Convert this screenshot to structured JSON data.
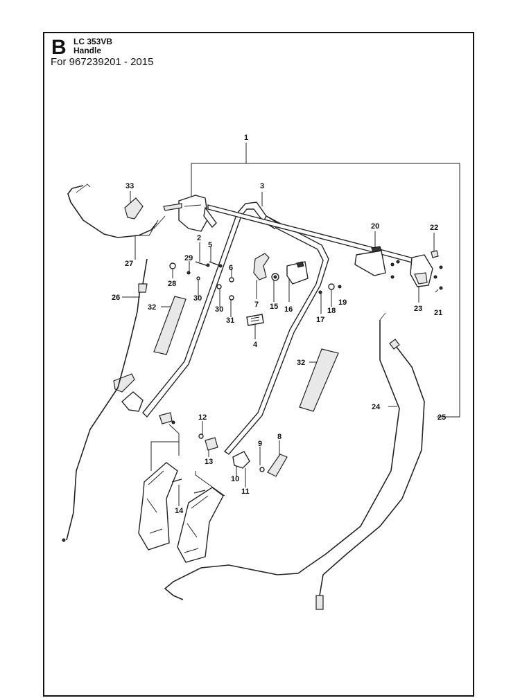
{
  "header": {
    "section_letter": "B",
    "model": "LC 353VB",
    "section_title": "Handle",
    "applies_to": "For 967239201 - 2015"
  },
  "callouts": [
    "1",
    "2",
    "3",
    "4",
    "5",
    "6",
    "7",
    "8",
    "9",
    "10",
    "11",
    "12",
    "13",
    "14",
    "15",
    "16",
    "17",
    "18",
    "19",
    "20",
    "21",
    "22",
    "23",
    "24",
    "25",
    "26",
    "27",
    "28",
    "29",
    "30",
    "30",
    "31",
    "32",
    "32",
    "33"
  ]
}
